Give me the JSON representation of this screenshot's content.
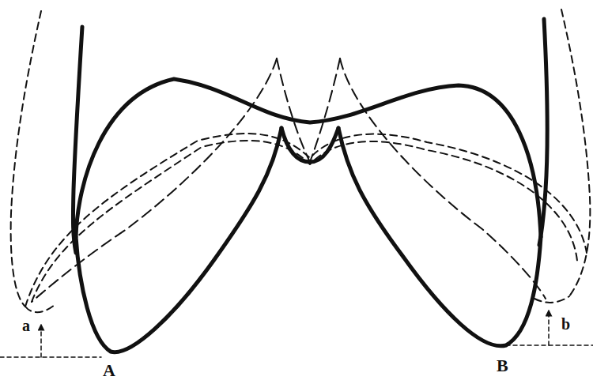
{
  "diagram": {
    "labels": [
      "a",
      "b",
      "A",
      "B"
    ]
  }
}
